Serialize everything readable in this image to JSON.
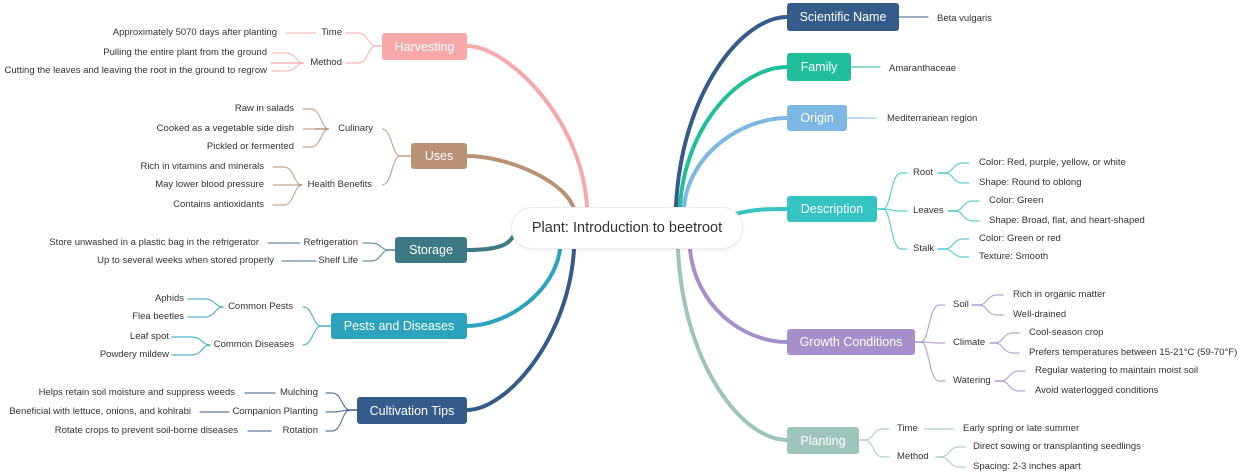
{
  "root": {
    "label": "Plant: Introduction to beetroot"
  },
  "left_branches": [
    {
      "label": "Harvesting",
      "color": "#f7a8a9",
      "children": [
        {
          "label": "Time",
          "children": [
            "Approximately 5070 days after planting"
          ]
        },
        {
          "label": "Method",
          "children": [
            "Pulling the entire plant from the ground",
            "Cutting the leaves and leaving the root in the ground to regrow"
          ]
        }
      ]
    },
    {
      "label": "Uses",
      "color": "#b99276",
      "children": [
        {
          "label": "Culinary",
          "children": [
            "Raw in salads",
            "Cooked as a vegetable side dish",
            "Pickled or fermented"
          ]
        },
        {
          "label": "Health Benefits",
          "children": [
            "Rich in vitamins and minerals",
            "May lower blood pressure",
            "Contains antioxidants"
          ]
        }
      ]
    },
    {
      "label": "Storage",
      "color": "#3d7a84",
      "children": [
        {
          "label": "Refrigeration",
          "children": [
            "Store unwashed in a plastic bag in the refrigerator"
          ]
        },
        {
          "label": "Shelf Life",
          "children": [
            "Up to several weeks when stored properly"
          ]
        }
      ]
    },
    {
      "label": "Pests and Diseases",
      "color": "#2ba3bd",
      "children": [
        {
          "label": "Common Pests",
          "children": [
            "Aphids",
            "Flea beetles"
          ]
        },
        {
          "label": "Common Diseases",
          "children": [
            "Leaf spot",
            "Powdery mildew"
          ]
        }
      ]
    },
    {
      "label": "Cultivation Tips",
      "color": "#355b8a",
      "children": [
        {
          "label": "Mulching",
          "children": [
            "Helps retain soil moisture and suppress weeds"
          ]
        },
        {
          "label": "Companion Planting",
          "children": [
            "Beneficial with lettuce, onions, and kohlrabi"
          ]
        },
        {
          "label": "Rotation",
          "children": [
            "Rotate crops to prevent soil-borne diseases"
          ]
        }
      ]
    }
  ],
  "right_branches": [
    {
      "label": "Scientific Name",
      "color": "#355b8a",
      "value": "Beta vulgaris"
    },
    {
      "label": "Family",
      "color": "#1fbf9b",
      "value": "Amaranthaceae"
    },
    {
      "label": "Origin",
      "color": "#7db8e5",
      "value": "Mediterranean region"
    },
    {
      "label": "Description",
      "color": "#35c3c3",
      "children": [
        {
          "label": "Root",
          "children": [
            "Color: Red, purple, yellow, or white",
            "Shape: Round to oblong"
          ]
        },
        {
          "label": "Leaves",
          "children": [
            "Color: Green",
            "Shape: Broad, flat, and heart-shaped"
          ]
        },
        {
          "label": "Stalk",
          "children": [
            "Color: Green or red",
            "Texture: Smooth"
          ]
        }
      ]
    },
    {
      "label": "Growth Conditions",
      "color": "#a78fcc",
      "children": [
        {
          "label": "Soil",
          "children": [
            "Rich in organic matter",
            "Well-drained"
          ]
        },
        {
          "label": "Climate",
          "children": [
            "Cool-season crop",
            "Prefers temperatures between 15-21°C (59-70°F)"
          ]
        },
        {
          "label": "Watering",
          "children": [
            "Regular watering to maintain moist soil",
            "Avoid waterlogged conditions"
          ]
        }
      ]
    },
    {
      "label": "Planting",
      "color": "#9ec5bc",
      "children": [
        {
          "label": "Time",
          "children": [
            "Early spring or late summer"
          ]
        },
        {
          "label": "Method",
          "children": [
            "Direct sowing or transplanting seedlings",
            "Spacing: 2-3 inches apart"
          ]
        }
      ]
    }
  ]
}
